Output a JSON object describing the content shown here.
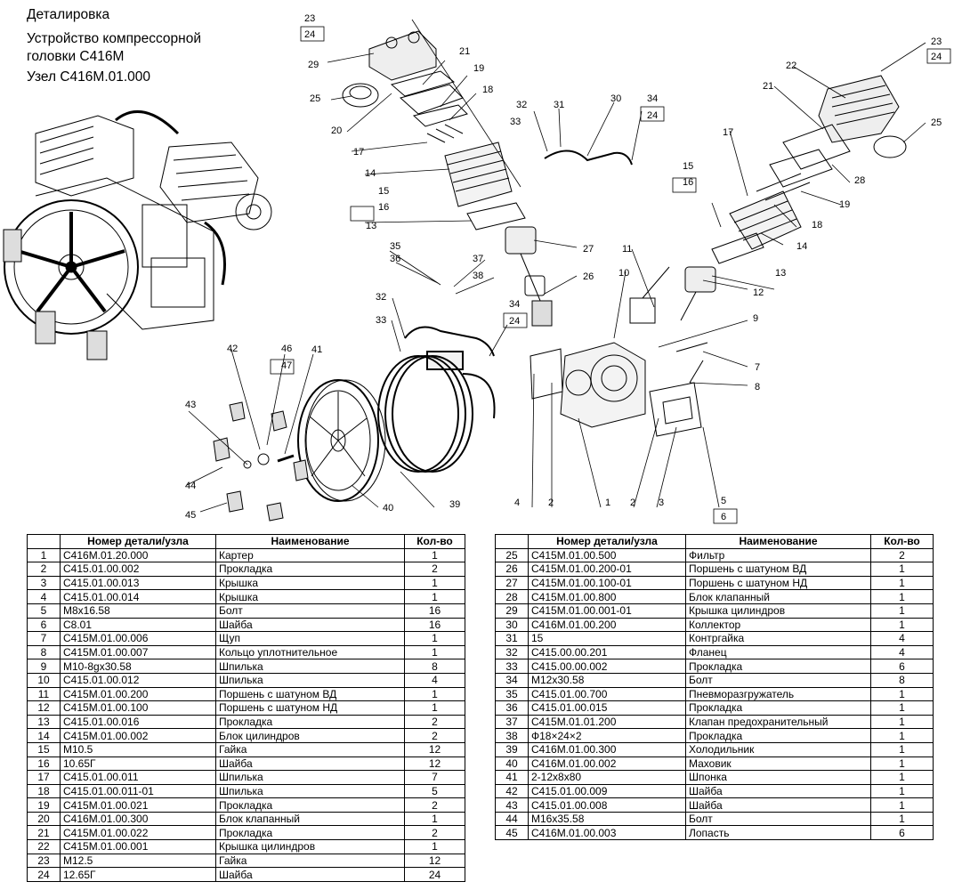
{
  "header": {
    "line1": "Деталировка",
    "line2": "Устройство компрессорной",
    "line3": "головки С416М",
    "line4": "Узел С416М.01.000"
  },
  "callouts": [
    "23",
    "24",
    "29",
    "21",
    "19",
    "25",
    "20",
    "18",
    "17",
    "14",
    "15",
    "16",
    "13",
    "32",
    "31",
    "30",
    "34",
    "24",
    "33",
    "27",
    "26",
    "35",
    "36",
    "37",
    "38",
    "11",
    "10",
    "12",
    "9",
    "7",
    "8",
    "22",
    "21",
    "17",
    "15",
    "16",
    "14",
    "13",
    "18",
    "19",
    "28",
    "25",
    "23",
    "24",
    "42",
    "46",
    "47",
    "41",
    "43",
    "44",
    "45",
    "40",
    "39",
    "32",
    "33",
    "34",
    "24",
    "4",
    "2",
    "1",
    "2",
    "3",
    "5",
    "6"
  ],
  "table_headers": {
    "num": "",
    "part": "Номер детали/узла",
    "name": "Наименование",
    "qty": "Кол-во"
  },
  "left_rows": [
    {
      "n": "1",
      "part": "С416М.01.20.000",
      "name": "Картер",
      "qty": "1"
    },
    {
      "n": "2",
      "part": "С415.01.00.002",
      "name": "Прокладка",
      "qty": "2"
    },
    {
      "n": "3",
      "part": "С415.01.00.013",
      "name": "Крышка",
      "qty": "1"
    },
    {
      "n": "4",
      "part": "С415.01.00.014",
      "name": "Крышка",
      "qty": "1"
    },
    {
      "n": "5",
      "part": "М8х16.58",
      "name": "Болт",
      "qty": "16"
    },
    {
      "n": "6",
      "part": "С8.01",
      "name": "Шайба",
      "qty": "16"
    },
    {
      "n": "7",
      "part": "С415М.01.00.006",
      "name": "Щуп",
      "qty": "1"
    },
    {
      "n": "8",
      "part": "С415М.01.00.007",
      "name": "Кольцо уплотнительное",
      "qty": "1"
    },
    {
      "n": "9",
      "part": "М10-8gх30.58",
      "name": "Шпилька",
      "qty": "8"
    },
    {
      "n": "10",
      "part": "С415.01.00.012",
      "name": "Шпилька",
      "qty": "4"
    },
    {
      "n": "11",
      "part": "С415М.01.00.200",
      "name": "Поршень с шатуном ВД",
      "qty": "1"
    },
    {
      "n": "12",
      "part": "С415М.01.00.100",
      "name": "Поршень с шатуном НД",
      "qty": "1"
    },
    {
      "n": "13",
      "part": "С415.01.00.016",
      "name": "Прокладка",
      "qty": "2"
    },
    {
      "n": "14",
      "part": "С415М.01.00.002",
      "name": "Блок цилиндров",
      "qty": "2"
    },
    {
      "n": "15",
      "part": "М10.5",
      "name": "Гайка",
      "qty": "12"
    },
    {
      "n": "16",
      "part": "10.65Г",
      "name": "Шайба",
      "qty": "12"
    },
    {
      "n": "17",
      "part": "С415.01.00.011",
      "name": "Шпилька",
      "qty": "7"
    },
    {
      "n": "18",
      "part": "С415.01.00.011-01",
      "name": "Шпилька",
      "qty": "5"
    },
    {
      "n": "19",
      "part": "С415М.01.00.021",
      "name": "Прокладка",
      "qty": "2"
    },
    {
      "n": "20",
      "part": "С416М.01.00.300",
      "name": "Блок клапанный",
      "qty": "1"
    },
    {
      "n": "21",
      "part": "С415М.01.00.022",
      "name": "Прокладка",
      "qty": "2"
    },
    {
      "n": "22",
      "part": "С415М.01.00.001",
      "name": "Крышка цилиндров",
      "qty": "1"
    },
    {
      "n": "23",
      "part": "М12.5",
      "name": "Гайка",
      "qty": "12"
    },
    {
      "n": "24",
      "part": "12.65Г",
      "name": "Шайба",
      "qty": "24"
    }
  ],
  "right_rows": [
    {
      "n": "25",
      "part": "С415М.01.00.500",
      "name": "Фильтр",
      "qty": "2"
    },
    {
      "n": "26",
      "part": "С415М.01.00.200-01",
      "name": "Поршень с шатуном ВД",
      "qty": "1"
    },
    {
      "n": "27",
      "part": "С415М.01.00.100-01",
      "name": "Поршень с шатуном НД",
      "qty": "1"
    },
    {
      "n": "28",
      "part": "С415М.01.00.800",
      "name": "Блок клапанный",
      "qty": "1"
    },
    {
      "n": "29",
      "part": "С415М.01.00.001-01",
      "name": "Крышка цилиндров",
      "qty": "1"
    },
    {
      "n": "30",
      "part": "С416М.01.00.200",
      "name": "Коллектор",
      "qty": "1"
    },
    {
      "n": "31",
      "part": "15",
      "name": "Контргайка",
      "qty": "4"
    },
    {
      "n": "32",
      "part": "С415.00.00.201",
      "name": "Фланец",
      "qty": "4"
    },
    {
      "n": "33",
      "part": "С415.00.00.002",
      "name": "Прокладка",
      "qty": "6"
    },
    {
      "n": "34",
      "part": "М12х30.58",
      "name": "Болт",
      "qty": "8"
    },
    {
      "n": "35",
      "part": "С415.01.00.700",
      "name": "Пневморазгружатель",
      "qty": "1"
    },
    {
      "n": "36",
      "part": "С415.01.00.015",
      "name": "Прокладка",
      "qty": "1"
    },
    {
      "n": "37",
      "part": "С415М.01.01.200",
      "name": "Клапан предохранительный",
      "qty": "1"
    },
    {
      "n": "38",
      "part": "Ф18×24×2",
      "name": "Прокладка",
      "qty": "1"
    },
    {
      "n": "39",
      "part": "С416М.01.00.300",
      "name": "Холодильник",
      "qty": "1"
    },
    {
      "n": "40",
      "part": "С416М.01.00.002",
      "name": "Маховик",
      "qty": "1"
    },
    {
      "n": "41",
      "part": "2-12х8х80",
      "name": "Шпонка",
      "qty": "1"
    },
    {
      "n": "42",
      "part": "С415.01.00.009",
      "name": "Шайба",
      "qty": "1"
    },
    {
      "n": "43",
      "part": "С415.01.00.008",
      "name": "Шайба",
      "qty": "1"
    },
    {
      "n": "44",
      "part": "М16х35.58",
      "name": "Болт",
      "qty": "1"
    },
    {
      "n": "45",
      "part": "С416М.01.00.003",
      "name": "Лопасть",
      "qty": "6"
    }
  ]
}
